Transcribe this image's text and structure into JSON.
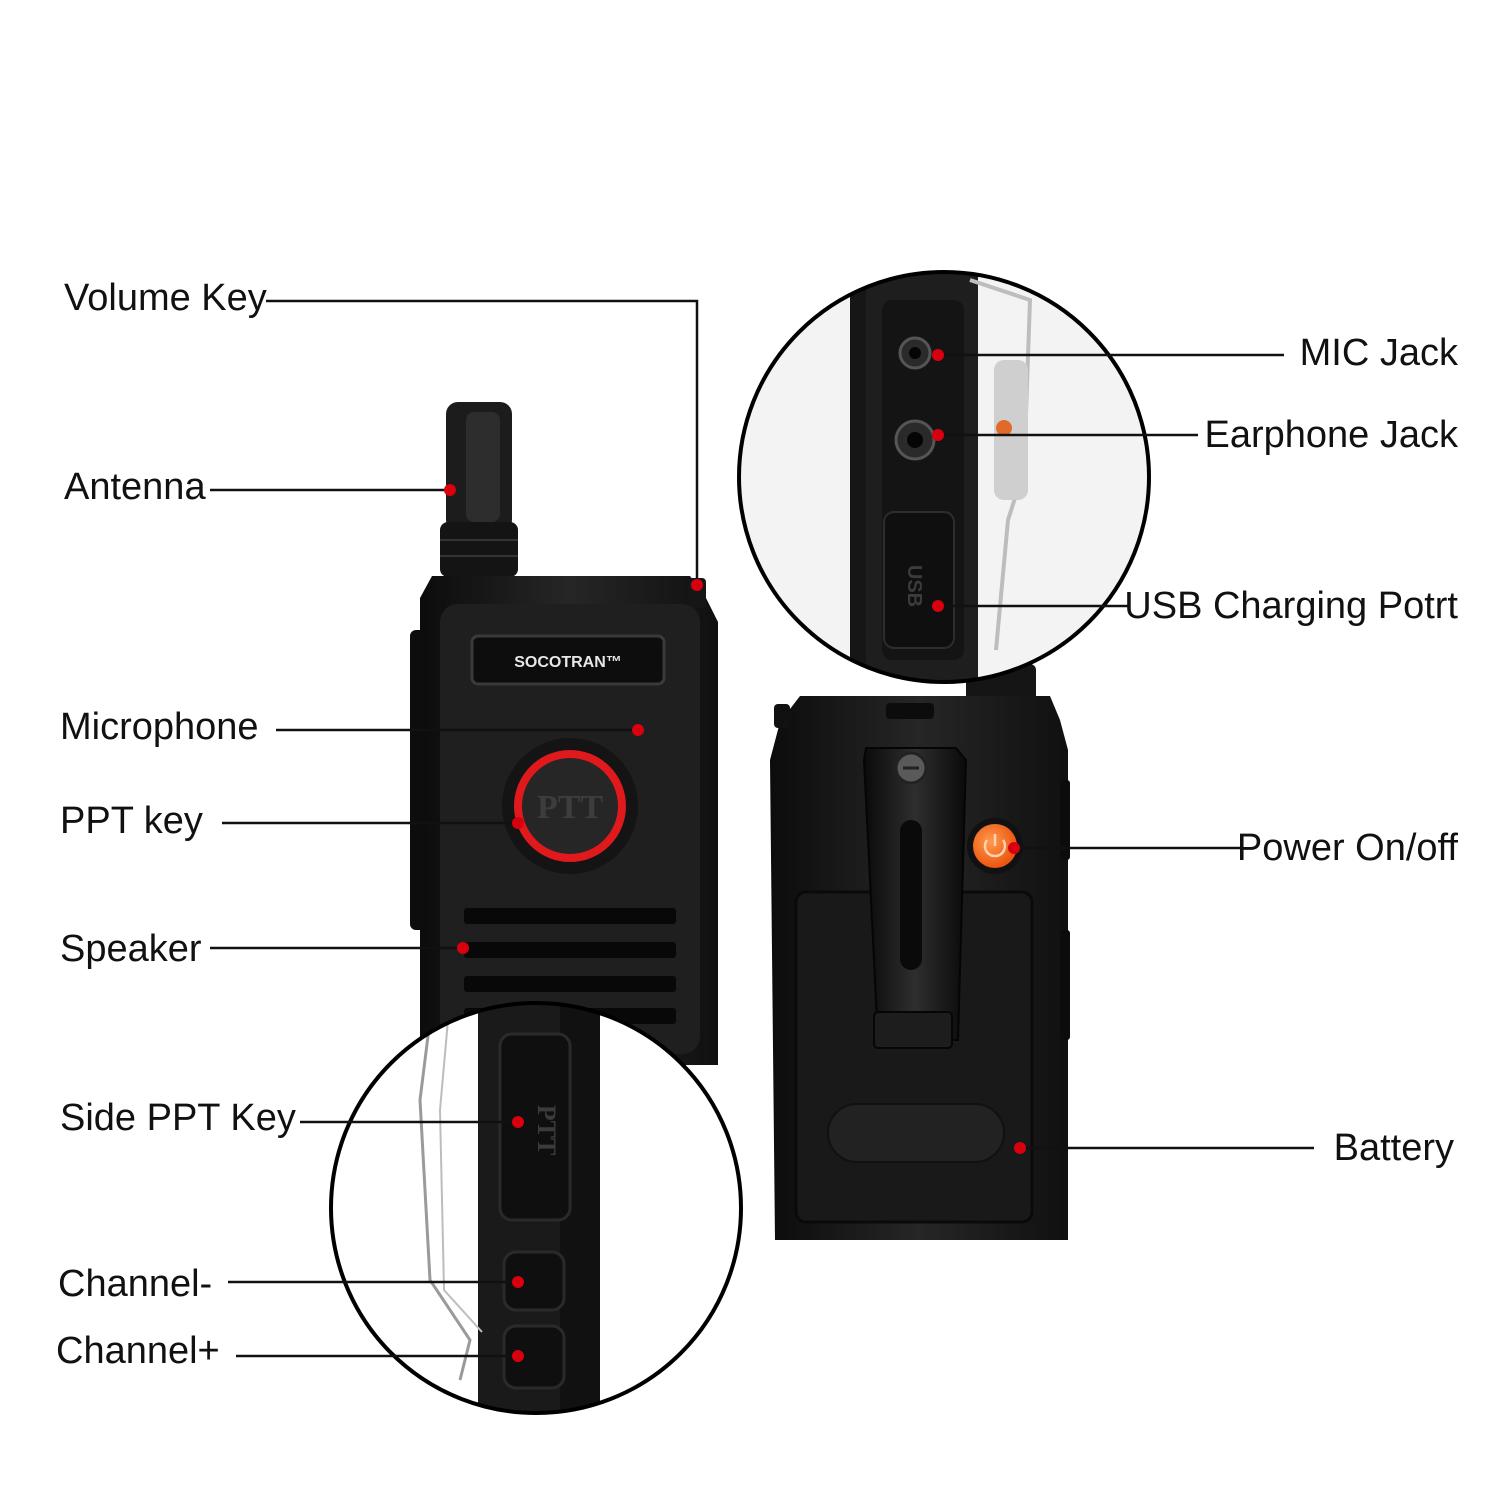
{
  "brand": {
    "logo_text": "SOCOTRAN™",
    "ptt_mark": "PTT",
    "usb_mark": "USB"
  },
  "labels": {
    "volume_key": "Volume Key",
    "antenna": "Antenna",
    "microphone": "Microphone",
    "ppt_key": "PPT key",
    "speaker": "Speaker",
    "side_ppt_key": "Side PPT Key",
    "channel_minus": "Channel-",
    "channel_plus": "Channel+",
    "mic_jack": "MIC Jack",
    "earphone_jack": "Earphone Jack",
    "usb_charging_port": "USB Charging Potrt",
    "power_on_off": "Power On/off",
    "battery": "Battery"
  },
  "colors": {
    "callout_dot": "#d8000f",
    "ptt_ring": "#e0191d",
    "power_button": "#ff5a0f",
    "body": "#1b1b1b"
  }
}
